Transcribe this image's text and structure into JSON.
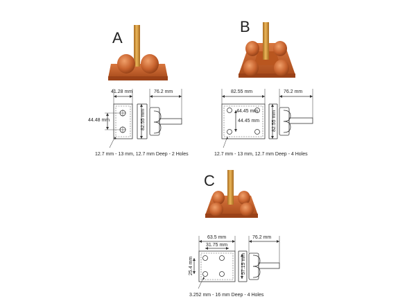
{
  "variants": [
    {
      "letter": "A",
      "width_label": "41.28 mm",
      "height_label": "44.48 mm",
      "side_label": "82.55 mm",
      "rod_label": "76.2 mm",
      "note": "12.7 mm - 13 mm, 12.7 mm Deep - 2 Holes"
    },
    {
      "letter": "B",
      "width_label": "82.55 mm",
      "inner_label_1": "44.45 mm",
      "inner_label_2": "44.45 mm",
      "side_label": "82.55 mm",
      "rod_label": "76.2 mm",
      "note": "12.7 mm - 13 mm, 12.7 mm Deep - 4 Holes"
    },
    {
      "letter": "C",
      "width_label": "63.5 mm",
      "inner_width_label": "31.75 mm",
      "height_label": "25.4 mm",
      "side_label": "57.15 mm",
      "rod_label": "76.2 mm",
      "note": "3.252 mm - 16 mm Deep - 4 Holes"
    }
  ],
  "colors": {
    "copper": "#c8632e",
    "copper_dark": "#9e4519",
    "copper_light": "#e08a55",
    "rod": "#d49a3a"
  }
}
